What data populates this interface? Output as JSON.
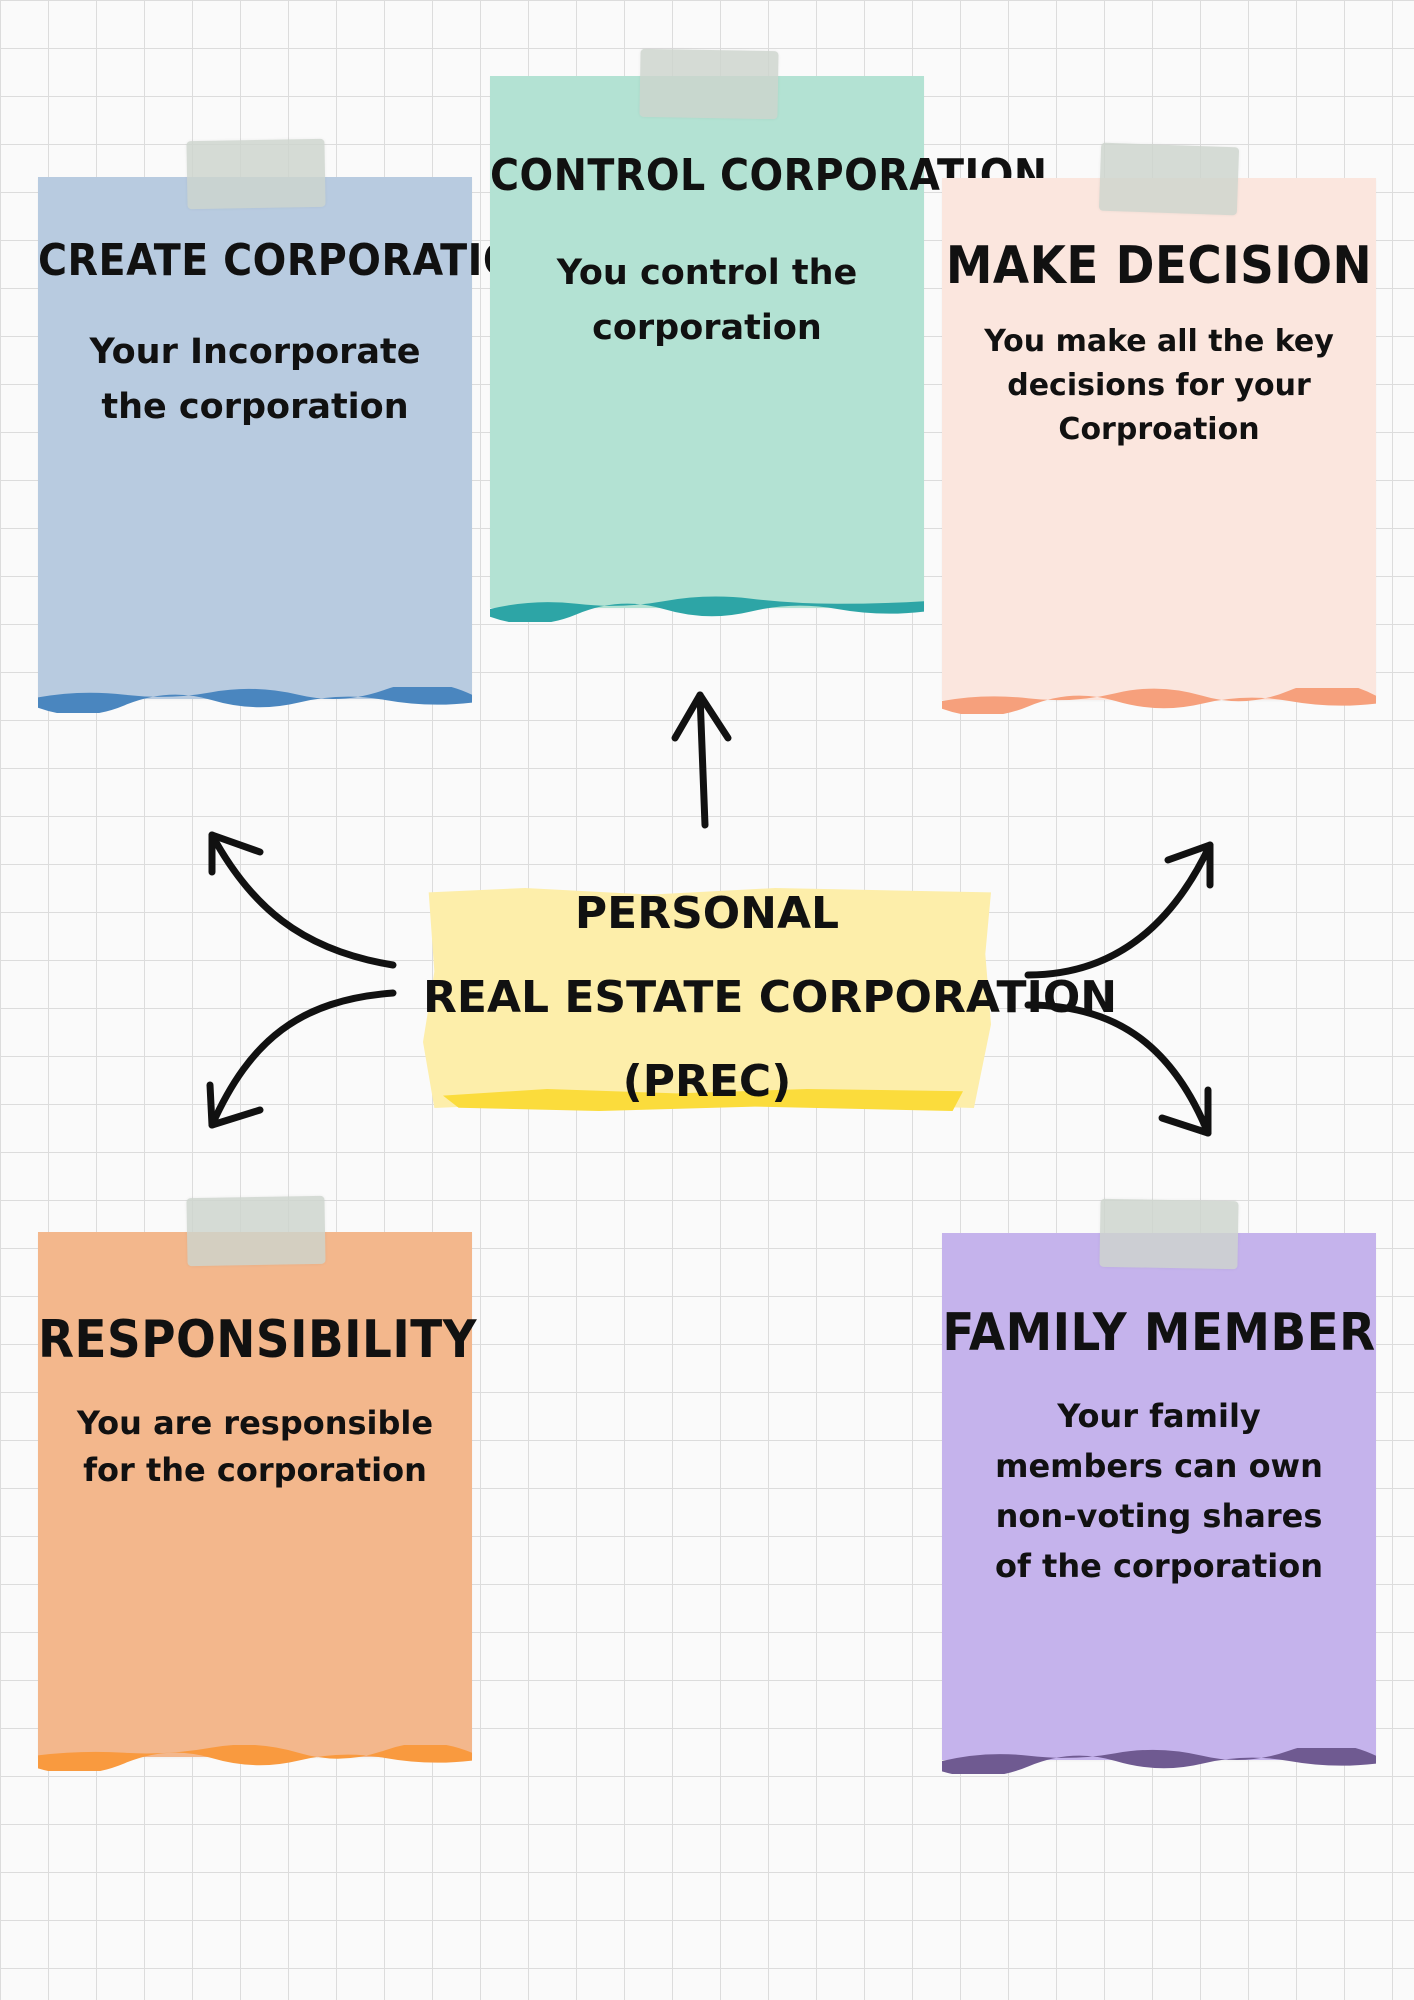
{
  "center": {
    "line1": "PERSONAL",
    "line2": "REAL ESTATE CORPORATION",
    "line3": "(PREC)"
  },
  "cards": {
    "create": {
      "title": "CREATE CORPORATION",
      "body": "Your Incorporate\nthe corporation",
      "color": "#b8cbe0",
      "edge_color": "#4a86bf"
    },
    "control": {
      "title": "CONTROL CORPORATION",
      "body": "You control the\ncorporation",
      "color": "#b3e2d3",
      "edge_color": "#2da5a6"
    },
    "decision": {
      "title": "MAKE DECISION",
      "body": "You make all the key\ndecisions for your\nCorproation",
      "color": "#fbe6de",
      "edge_color": "#f6a07c"
    },
    "responsibility": {
      "title": "RESPONSIBILITY",
      "body": "You are responsible\nfor the corporation",
      "color": "#f3b78c",
      "edge_color": "#f99a3f"
    },
    "family": {
      "title": "FAMILY MEMBER",
      "body": "Your family\nmembers can own\nnon-voting shares\nof the corporation",
      "color": "#c5b3ec",
      "edge_color": "#6f5a91"
    }
  }
}
